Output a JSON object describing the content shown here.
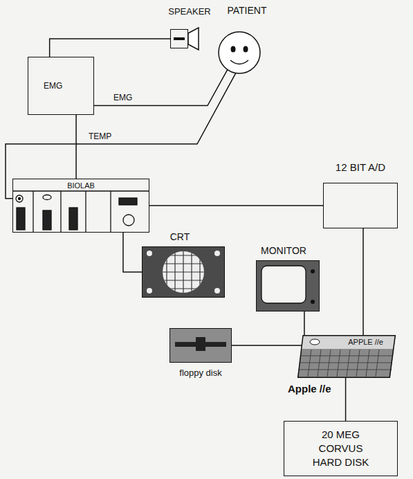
{
  "diagram": {
    "nodes": [
      {
        "text": [
          "SPEAKER"
        ]
      },
      {
        "text": [
          "PATIENT"
        ]
      },
      {
        "text": [
          "EMG"
        ]
      },
      {
        "text": [
          "BIOLAB"
        ]
      },
      {
        "text": [
          "12 BIT A/D"
        ]
      },
      {
        "text": [
          "CRT"
        ]
      },
      {
        "text": [
          "MONITOR"
        ]
      },
      {
        "text": [
          "floppy disk"
        ]
      },
      {
        "text": [
          "APPLE //e",
          "Apple //e"
        ]
      },
      {
        "text": [
          "20 MEG CORVUS HARD DISK"
        ]
      }
    ],
    "edges": [
      {
        "from": 2,
        "to": 0,
        "arrow": "none"
      },
      {
        "from": 2,
        "to": 1,
        "label": "EMG",
        "arrow": "none"
      },
      {
        "from": 1,
        "to": 3,
        "label": "TEMP",
        "arrow": "none"
      },
      {
        "from": 2,
        "to": 3,
        "arrow": "none"
      },
      {
        "from": 3,
        "to": 4,
        "arrow": "none"
      },
      {
        "from": 3,
        "to": 5,
        "arrow": "none"
      },
      {
        "from": 6,
        "to": 8,
        "arrow": "none"
      },
      {
        "from": 4,
        "to": 8,
        "arrow": "none"
      },
      {
        "from": 7,
        "to": 8,
        "arrow": "none"
      },
      {
        "from": 8,
        "to": 9,
        "arrow": "none"
      }
    ]
  }
}
